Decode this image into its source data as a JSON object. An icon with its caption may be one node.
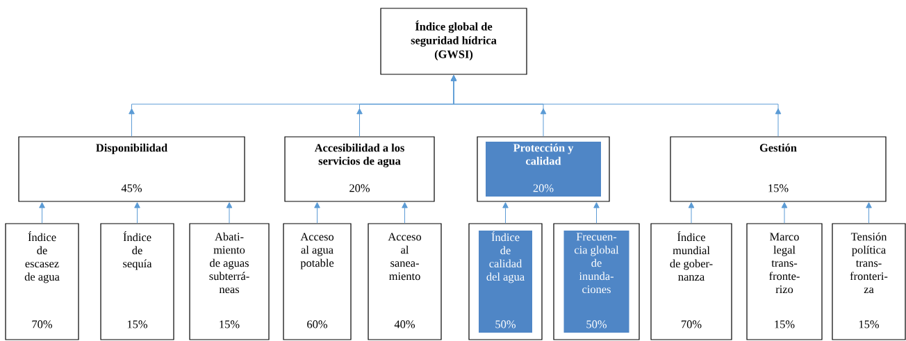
{
  "diagram": {
    "nodes": [
      {
        "text": [
          "Índice global de seguridad hídrica (GWSI)"
        ]
      },
      {
        "text": [
          "Disponibilidad",
          "45%"
        ]
      },
      {
        "text": [
          "Accesibilidad a los servicios de agua",
          "20%"
        ]
      },
      {
        "text": [
          "Protección y calidad",
          "20%"
        ]
      },
      {
        "text": [
          "Gestión",
          "15%"
        ]
      },
      {
        "text": [
          "Índice de escasez de agua",
          "70%"
        ]
      },
      {
        "text": [
          "Índice de sequía",
          "15%"
        ]
      },
      {
        "text": [
          "Abati- miento de aguas subterrá- neas",
          "15%"
        ]
      },
      {
        "text": [
          "Acceso al agua potable",
          "60%"
        ]
      },
      {
        "text": [
          "Acceso al sanea- miento",
          "40%"
        ]
      },
      {
        "text": [
          "Índice de calidad del agua",
          "50%"
        ]
      },
      {
        "text": [
          "Frecuen- cia global de inunda- ciones",
          "50%"
        ]
      },
      {
        "text": [
          "Índice mundial de gober- nanza",
          "70%"
        ]
      },
      {
        "text": [
          "Marco legal trans- fronte- rizo",
          "15%"
        ]
      },
      {
        "text": [
          "Tensión política trans- fronteri- za",
          "15%"
        ]
      }
    ],
    "edges": [
      {
        "from": 1,
        "to": 0,
        "arrow": "to"
      },
      {
        "from": 2,
        "to": 0,
        "arrow": "to"
      },
      {
        "from": 3,
        "to": 0,
        "arrow": "to"
      },
      {
        "from": 4,
        "to": 0,
        "arrow": "to"
      },
      {
        "from": 5,
        "to": 1,
        "arrow": "to"
      },
      {
        "from": 6,
        "to": 1,
        "arrow": "to"
      },
      {
        "from": 7,
        "to": 1,
        "arrow": "to"
      },
      {
        "from": 8,
        "to": 2,
        "arrow": "to"
      },
      {
        "from": 9,
        "to": 2,
        "arrow": "to"
      },
      {
        "from": 10,
        "to": 3,
        "arrow": "to"
      },
      {
        "from": 11,
        "to": 3,
        "arrow": "to"
      },
      {
        "from": 12,
        "to": 4,
        "arrow": "to"
      },
      {
        "from": 13,
        "to": 4,
        "arrow": "to"
      },
      {
        "from": 14,
        "to": 4,
        "arrow": "to"
      }
    ]
  }
}
